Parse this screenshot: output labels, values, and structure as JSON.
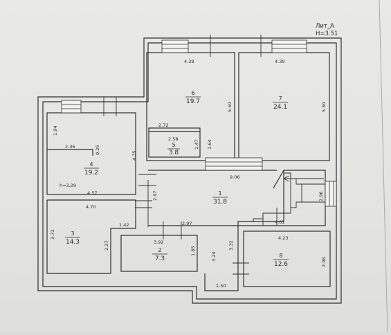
{
  "header": {
    "lit": "Лит_A",
    "height": "H=3.51"
  },
  "rooms": [
    {
      "id": "room-1",
      "number": "1",
      "area": "31.8"
    },
    {
      "id": "room-2",
      "number": "2",
      "area": "7.3"
    },
    {
      "id": "room-3",
      "number": "3",
      "area": "14.3"
    },
    {
      "id": "room-4",
      "number": "4",
      "area": "19.2"
    },
    {
      "id": "room-5",
      "number": "5",
      "area": "3.8"
    },
    {
      "id": "room-6",
      "number": "6",
      "area": "19.7"
    },
    {
      "id": "room-7",
      "number": "7",
      "area": "24.1"
    },
    {
      "id": "room-8",
      "number": "8",
      "area": "12.6"
    }
  ],
  "dimensions": {
    "d_439_left": "4.39",
    "d_439_right": "4.39",
    "d_550_left": "5.50",
    "d_550_right": "5.50",
    "d_272": "2.72",
    "d_258": "2.58",
    "d_147": "1.47",
    "d_164": "1.64",
    "d_194": "1.94",
    "d_236": "2.36",
    "d_026": "0.26",
    "d_435": "4.35",
    "d_906": "9.06",
    "d_297_a": "2.97",
    "d_297_b": "2.97",
    "d_296": "2.96",
    "d_457": "4.57",
    "d_470": "4.70",
    "d_373": "3.73",
    "d_142": "1.42",
    "d_227": "2.27",
    "d_392": "3.92",
    "d_185": "1.85",
    "d_324": "3.24",
    "d_332": "3.32",
    "d_461": "4.61",
    "d_423": "4.23",
    "d_298": "2.98",
    "d_150": "1.50"
  },
  "notes": {
    "room4_height": "h=3.29"
  }
}
